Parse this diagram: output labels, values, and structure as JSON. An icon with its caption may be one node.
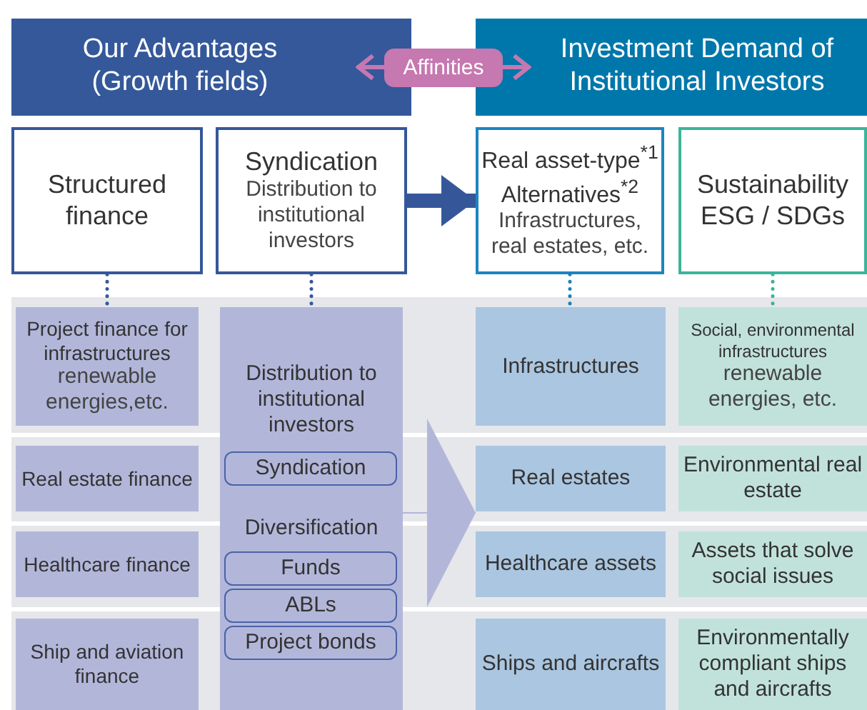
{
  "diagram": {
    "nodes": [
      {
        "text": [
          "Our Advantages (Growth fields)"
        ]
      },
      {
        "text": [
          "Investment Demand of Institutional Investors"
        ]
      },
      {
        "text": [
          "Structured finance"
        ]
      },
      {
        "text": [
          "Syndication",
          "Distribution to institutional investors"
        ]
      },
      {
        "text": [
          "Real asset-type$^{*1}$ Alternatives$^{*2}$",
          "Infrastructures, real estates, etc."
        ]
      },
      {
        "text": [
          "Sustainability ESG / SDGs"
        ]
      },
      {
        "text": [
          "Project finance for infrastructures",
          "renewable energies,etc."
        ]
      },
      {
        "text": [
          "Real estate finance"
        ]
      },
      {
        "text": [
          "Healthcare finance"
        ]
      },
      {
        "text": [
          "Ship and aviation finance"
        ]
      },
      {
        "text": [
          "Distribution to institutional investors",
          "Diversification"
        ]
      },
      {
        "text": [
          "Syndication"
        ],
        "in": 10
      },
      {
        "text": [
          "Funds"
        ],
        "in": 10
      },
      {
        "text": [
          "ABLs"
        ],
        "in": 10
      },
      {
        "text": [
          "Project bonds"
        ],
        "in": 10
      },
      {
        "text": [
          "Infrastructures"
        ]
      },
      {
        "text": [
          "Real estates"
        ]
      },
      {
        "text": [
          "Healthcare assets"
        ]
      },
      {
        "text": [
          "Ships and aircrafts"
        ]
      },
      {
        "text": [
          "Social, environmental infrastructures",
          "renewable energies, etc."
        ]
      },
      {
        "text": [
          "Environmental real estate"
        ]
      },
      {
        "text": [
          "Assets that solve social issues"
        ]
      },
      {
        "text": [
          "Environmentally compliant ships and aircrafts"
        ]
      }
    ],
    "edges": [
      {
        "from": 0,
        "to": 1,
        "arrow": "both",
        "label": "Affinities",
        "color": "#c678b0"
      },
      {
        "from": 3,
        "to": 4,
        "arrow": "to",
        "style": "thick"
      },
      {
        "from": 2,
        "to": 6,
        "arrow": "none",
        "style": "dashed"
      },
      {
        "from": 3,
        "to": 10,
        "arrow": "none",
        "style": "dashed"
      },
      {
        "from": 4,
        "to": 15,
        "arrow": "none",
        "style": "dashed",
        "color": "#1e7fba"
      },
      {
        "from": 5,
        "to": 19,
        "arrow": "none",
        "style": "dashed",
        "color": "#3bb59a"
      },
      {
        "from": 10,
        "to": 16,
        "arrow": "to",
        "color": "#b2b7da"
      }
    ]
  }
}
